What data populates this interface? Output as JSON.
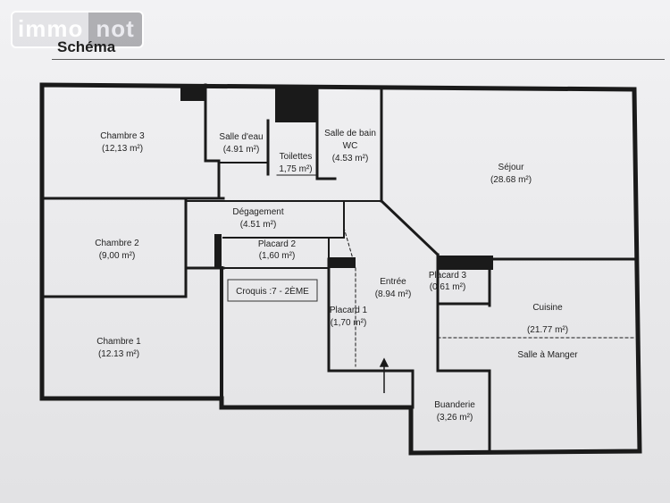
{
  "logo": {
    "part1": "immo",
    "part2": "not"
  },
  "heading": "Schéma",
  "croquis": "Croquis :7 - 2ÈME",
  "rooms": [
    {
      "name": "Chambre 3",
      "area": "(12,13 m²)"
    },
    {
      "name": "Salle d'eau",
      "area": "(4.91 m²)"
    },
    {
      "name": "Toilettes",
      "area": "1,75 m²)"
    },
    {
      "name": "Salle de bain",
      "area": "WC",
      "extra": "(4.53 m²)"
    },
    {
      "name": "Séjour",
      "area": "(28.68 m²)"
    },
    {
      "name": "Dégagement",
      "area": "(4.51 m²)"
    },
    {
      "name": "Chambre 2",
      "area": "(9,00 m²)"
    },
    {
      "name": "Placard 2",
      "area": "(1,60 m²)"
    },
    {
      "name": "Entrée",
      "area": "(8.94 m²)"
    },
    {
      "name": "Placard 3",
      "area": "(0.61 m²)"
    },
    {
      "name": "Cuisine",
      "area": "(21.77 m²)"
    },
    {
      "name": "Placard 1",
      "area": "(1,70 m²)"
    },
    {
      "name": "Chambre 1",
      "area": "(12.13 m²)"
    },
    {
      "name": "Salle à Manger",
      "area": ""
    },
    {
      "name": "Buanderie",
      "area": "(3,26 m²)"
    }
  ]
}
